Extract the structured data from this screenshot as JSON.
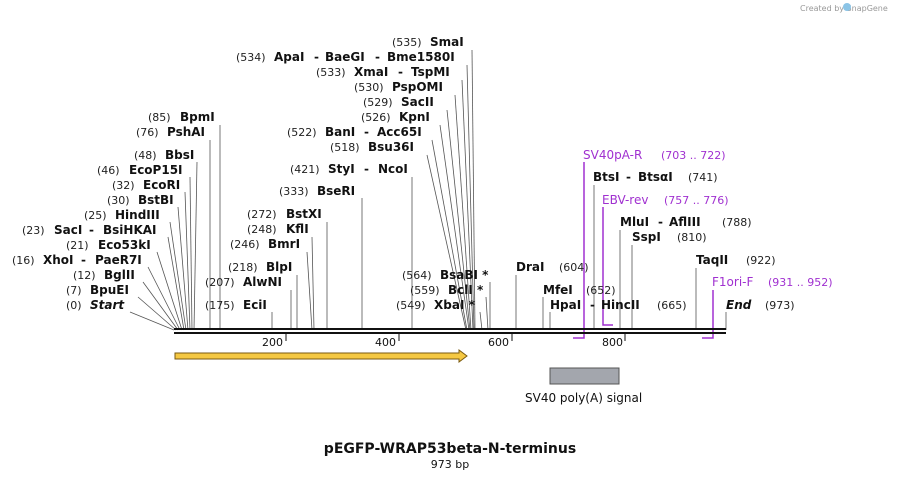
{
  "credit": "Created by SnapGene",
  "title": "pEGFP-WRAP53beta-N-terminus",
  "length_label": "973 bp",
  "ticks": [
    "200",
    "400",
    "600",
    "800"
  ],
  "feature_label": "SV40 poly(A) signal",
  "sites": [
    {
      "pos": "(0)",
      "name": "Start",
      "italic": true
    },
    {
      "pos": "(7)",
      "name": "BpuEI"
    },
    {
      "pos": "(12)",
      "name": "BglII"
    },
    {
      "pos": "(16)",
      "name": "XhoI",
      "partner": "PaeR7I"
    },
    {
      "pos": "(21)",
      "name": "Eco53kI"
    },
    {
      "pos": "(23)",
      "name": "SacI",
      "partner": "BsiHKAI"
    },
    {
      "pos": "(25)",
      "name": "HindIII"
    },
    {
      "pos": "(30)",
      "name": "BstBI"
    },
    {
      "pos": "(32)",
      "name": "EcoRI"
    },
    {
      "pos": "(46)",
      "name": "EcoP15I"
    },
    {
      "pos": "(48)",
      "name": "BbsI"
    },
    {
      "pos": "(76)",
      "name": "PshAI"
    },
    {
      "pos": "(85)",
      "name": "BpmI"
    },
    {
      "pos": "(175)",
      "name": "EciI"
    },
    {
      "pos": "(207)",
      "name": "AlwNI"
    },
    {
      "pos": "(218)",
      "name": "BlpI"
    },
    {
      "pos": "(246)",
      "name": "BmrI"
    },
    {
      "pos": "(248)",
      "name": "KflI"
    },
    {
      "pos": "(272)",
      "name": "BstXI"
    },
    {
      "pos": "(333)",
      "name": "BseRI"
    },
    {
      "pos": "(421)",
      "name": "StyI",
      "partner": "NcoI"
    },
    {
      "pos": "(518)",
      "name": "Bsu36I"
    },
    {
      "pos": "(522)",
      "name": "BanI",
      "partner": "Acc65I"
    },
    {
      "pos": "(526)",
      "name": "KpnI"
    },
    {
      "pos": "(529)",
      "name": "SacII"
    },
    {
      "pos": "(530)",
      "name": "PspOMI"
    },
    {
      "pos": "(533)",
      "name": "XmaI",
      "partner": "TspMI"
    },
    {
      "pos": "(534)",
      "name": "ApaI",
      "partner": "BaeGI",
      "partner2": "Bme1580I"
    },
    {
      "pos": "(535)",
      "name": "SmaI"
    },
    {
      "pos": "(549)",
      "name": "XbaI *"
    },
    {
      "pos": "(559)",
      "name": "BclI *"
    },
    {
      "pos": "(564)",
      "name": "BsaBI *"
    },
    {
      "pos": "(604)",
      "name": "DraI"
    },
    {
      "pos": "(652)",
      "name": "MfeI"
    },
    {
      "pos": "(665)",
      "name": "HpaI",
      "partner": "HincII"
    },
    {
      "pos": "(741)",
      "name": "BtsI",
      "partner": "BtsαI"
    },
    {
      "pos": "(788)",
      "name": "MluI",
      "partner": "AflIII"
    },
    {
      "pos": "(810)",
      "name": "SspI"
    },
    {
      "pos": "(922)",
      "name": "TaqII"
    },
    {
      "pos": "(973)",
      "name": "End",
      "italic": true
    }
  ],
  "primers": [
    {
      "name": "SV40pA-R",
      "range": "(703 .. 722)"
    },
    {
      "name": "EBV-rev",
      "range": "(757 .. 776)"
    },
    {
      "name": "F1ori-F",
      "range": "(931 .. 952)"
    }
  ],
  "colors": {
    "primer": "#a030d0",
    "orf_fill": "#f5c842",
    "orf_stroke": "#7a5a10",
    "feature_fill": "#a3a6ad",
    "backbone": "#111111"
  }
}
